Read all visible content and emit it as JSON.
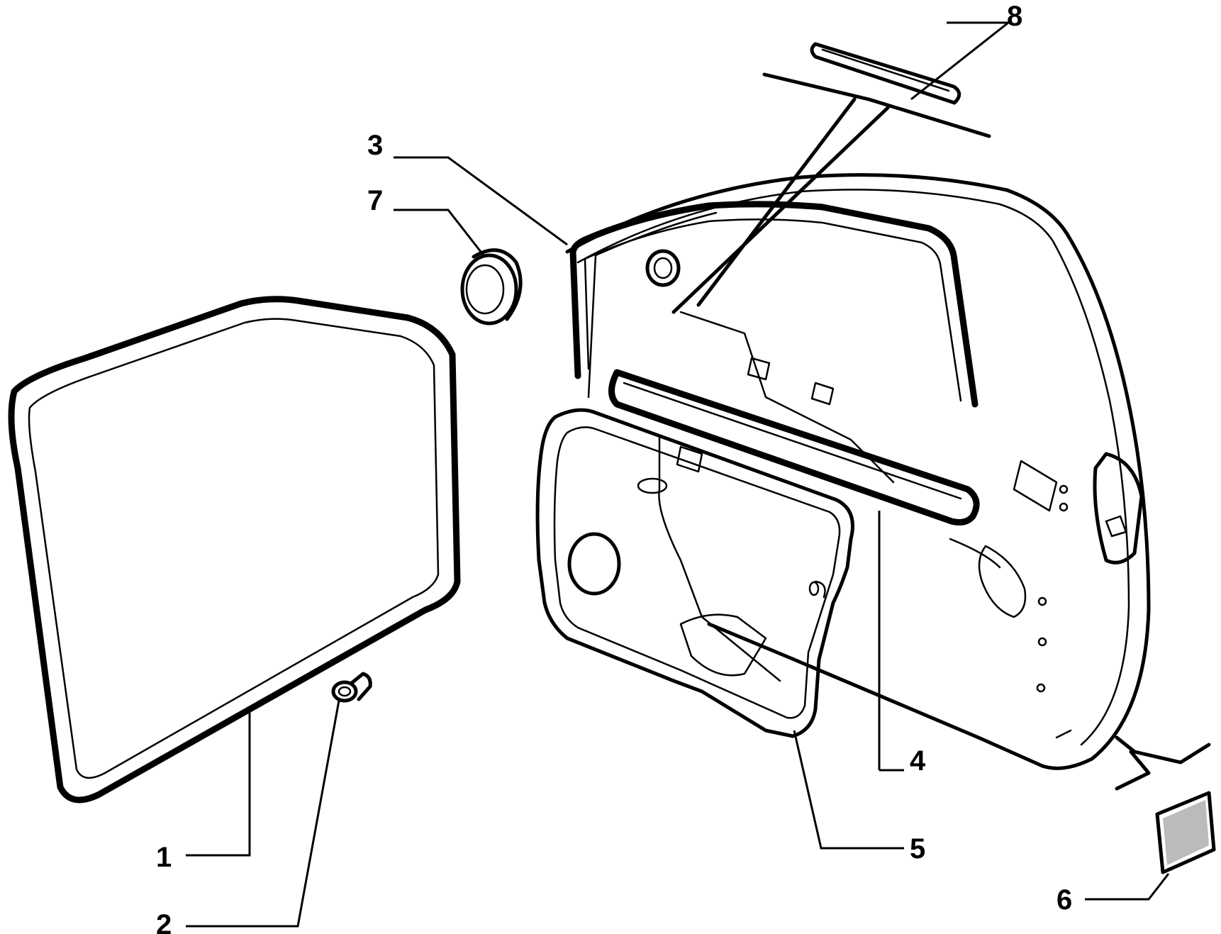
{
  "diagram": {
    "callouts": [
      {
        "id": "1",
        "label": "1",
        "part": "door-frame-seal"
      },
      {
        "id": "2",
        "label": "2",
        "part": "clip-fastener"
      },
      {
        "id": "3",
        "label": "3",
        "part": "window-channel-seal"
      },
      {
        "id": "4",
        "label": "4",
        "part": "belt-line-weatherstrip"
      },
      {
        "id": "5",
        "label": "5",
        "part": "door-panel-membrane"
      },
      {
        "id": "6",
        "label": "6",
        "part": "reflector-pad"
      },
      {
        "id": "7",
        "label": "7",
        "part": "grommet-plug"
      },
      {
        "id": "8",
        "label": "8",
        "part": "top-seal-strip"
      }
    ]
  }
}
